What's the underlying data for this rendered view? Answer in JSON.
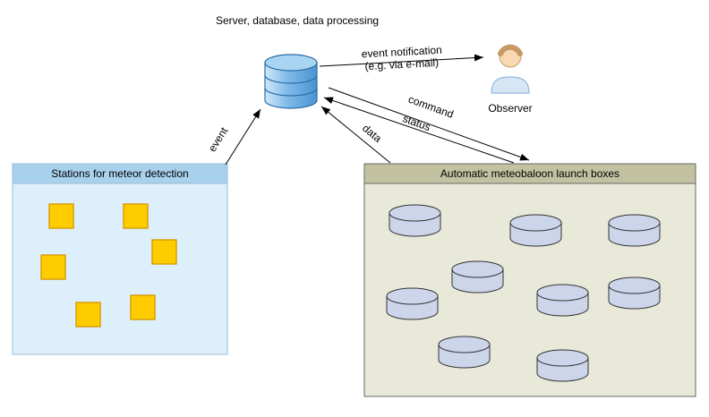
{
  "diagram": {
    "server": {
      "label": "Server, database, data processing"
    },
    "observer": {
      "label": "Observer"
    },
    "stations_box": {
      "title": "Stations for meteor detection",
      "fill": "#ddeffb",
      "header_fill": "#a8d1ee",
      "node_fill": "#ffcc00",
      "node_stroke": "#d79b00",
      "node_count": "6"
    },
    "launch_box": {
      "title": "Automatic meteobaloon launch boxes",
      "fill": "#e9e9da",
      "header_fill": "#c2c2a3",
      "node_fill": "#ccd5ea",
      "node_stroke": "#333333",
      "node_count": "9"
    },
    "arrows": {
      "event": "event",
      "notification_line1": "event notification",
      "notification_line2": "(e.g. via e-mail)",
      "command": "command",
      "status": "status",
      "data": "data"
    },
    "colors": {
      "server_icon_blue": "#5b9bd5",
      "arrow": "#000000"
    }
  }
}
